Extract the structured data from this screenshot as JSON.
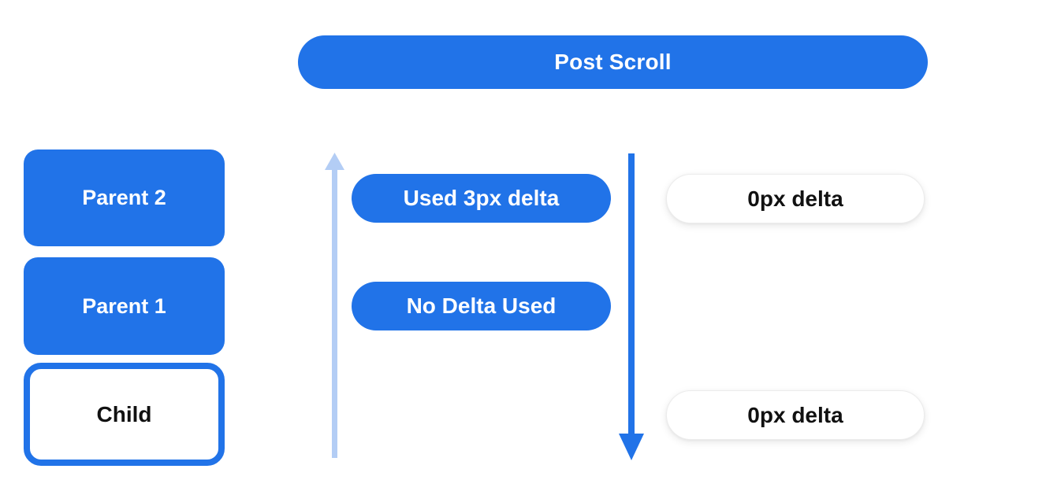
{
  "diagram": {
    "title": "Post Scroll",
    "parent_boxes": [
      {
        "label": "Parent 2"
      },
      {
        "label": "Parent 1"
      }
    ],
    "child_box": {
      "label": "Child"
    },
    "delta_pills": [
      {
        "label": "Used 3px delta"
      },
      {
        "label": "No Delta Used"
      }
    ],
    "result_pills": [
      {
        "label": "0px delta"
      },
      {
        "label": "0px delta"
      }
    ],
    "arrows": [
      {
        "name": "scroll-up-arrow",
        "direction": "up",
        "color": "#b3cdf5"
      },
      {
        "name": "scroll-down-arrow",
        "direction": "down",
        "color": "#2173e8"
      }
    ],
    "colors": {
      "primary_blue": "#2173e8",
      "light_blue": "#b3cdf5",
      "white": "#ffffff",
      "dark_text": "#111111",
      "pill_border": "#ececec"
    }
  }
}
